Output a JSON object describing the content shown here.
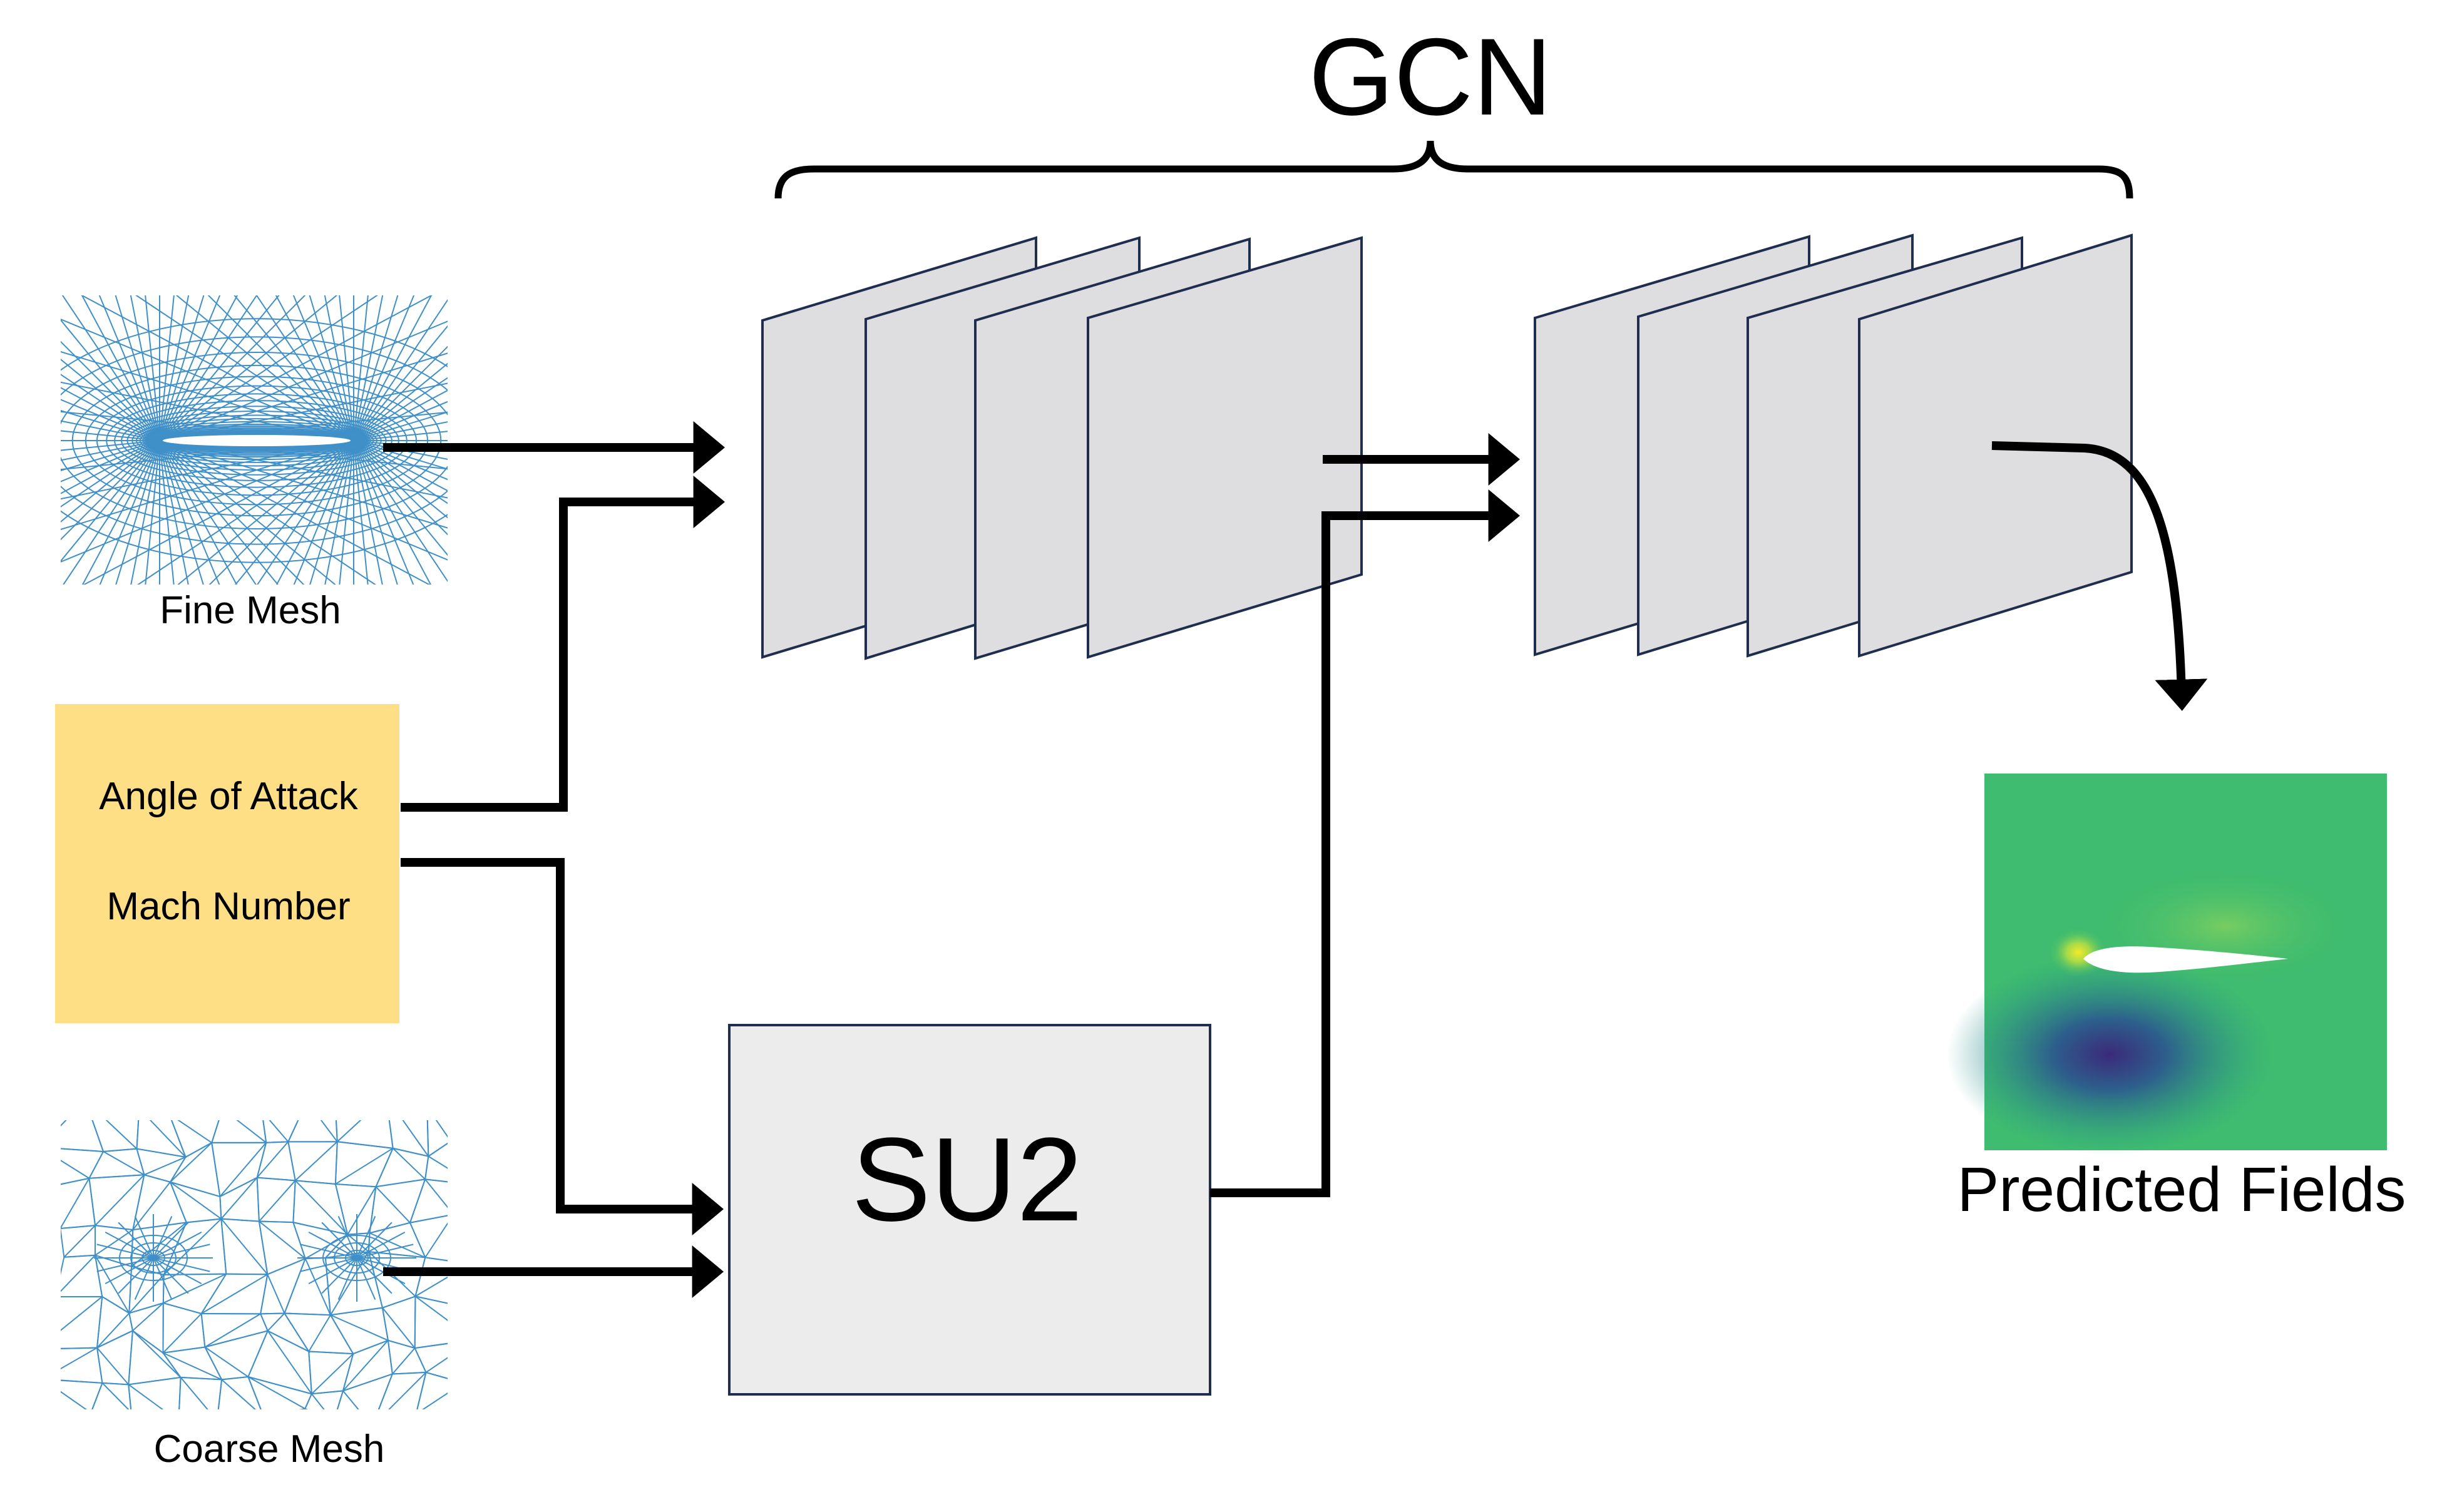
{
  "title": "GCN",
  "inputs": {
    "fine_mesh_label": "Fine Mesh",
    "coarse_mesh_label": "Coarse Mesh",
    "params": [
      "Angle of Attack",
      "Mach Number"
    ]
  },
  "solver_label": "SU2",
  "output_label": "Predicted Fields",
  "colors": {
    "param_box": "#ffdf85",
    "solver_box": "#ececec",
    "layer_fill": "#dedee0",
    "layer_stroke": "#1f2d4e",
    "mesh_lines": "#3f8fc8",
    "field_background": "#3fbc6f"
  }
}
